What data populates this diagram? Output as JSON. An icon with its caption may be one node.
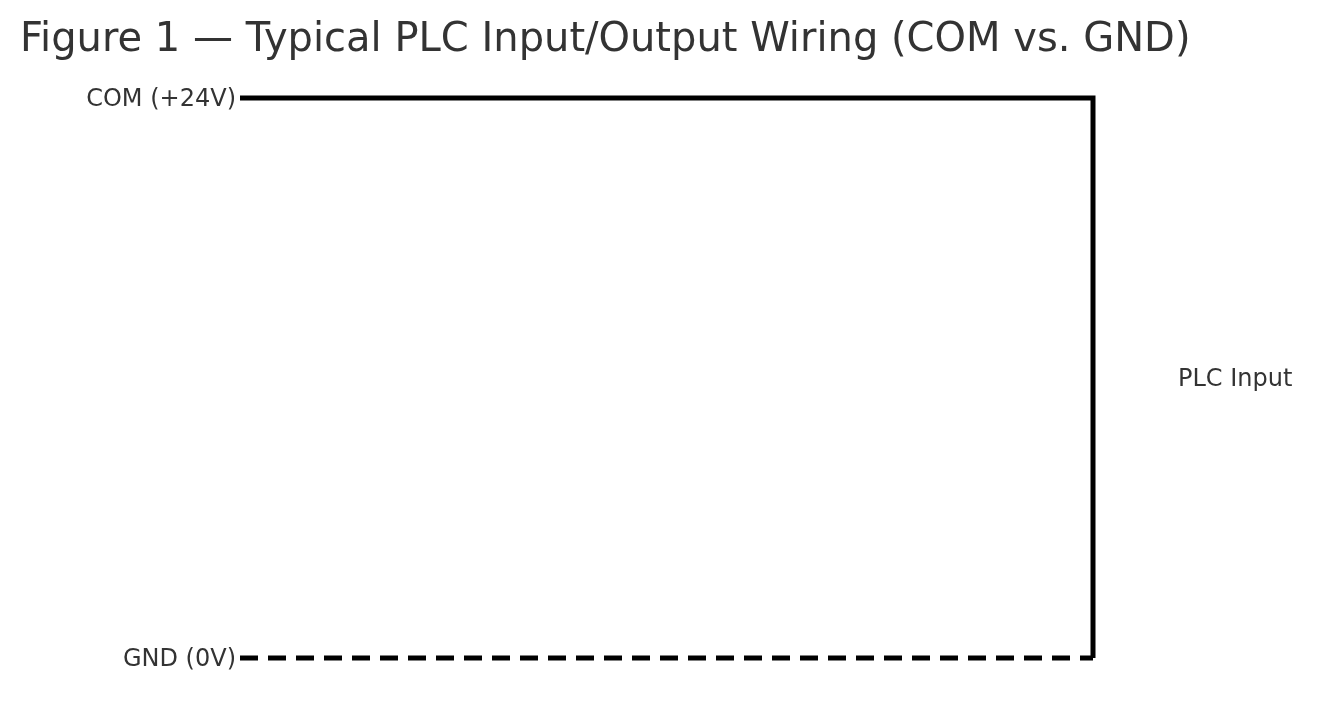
{
  "diagram": {
    "title": "Figure 1 — Typical PLC Input/Output Wiring (COM vs. GND)",
    "nodes": [
      {
        "text": [
          "COM (+24V)"
        ]
      },
      {
        "text": [
          "GND (0V)"
        ]
      }
    ],
    "edges": [
      {
        "from": 0,
        "to": null,
        "arrow": "none"
      },
      {
        "from": 1,
        "to": null,
        "arrow": "none",
        "style": "dashed"
      }
    ],
    "labels": [
      "PLC Input"
    ]
  }
}
